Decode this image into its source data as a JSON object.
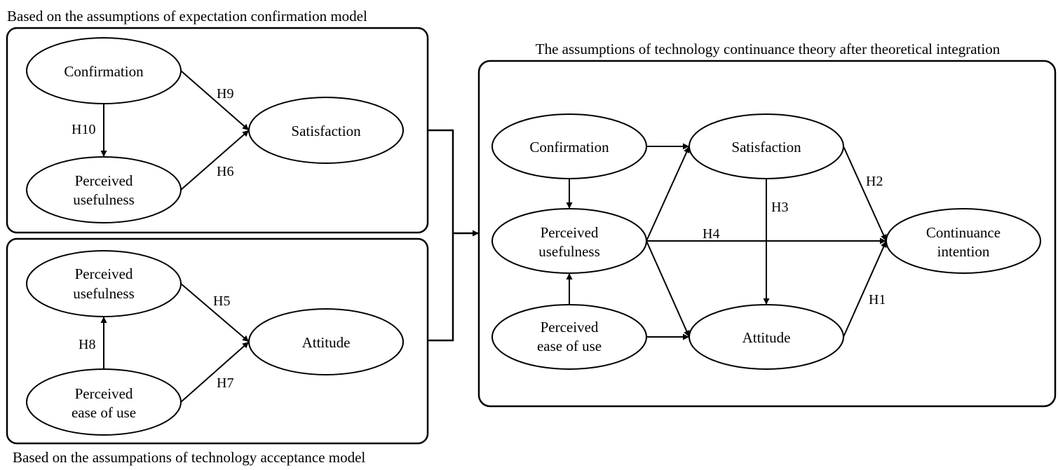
{
  "panels": {
    "ecm": {
      "caption": "Based on the assumptions of expectation confirmation model",
      "nodes": {
        "confirmation": [
          "Confirmation"
        ],
        "satisfaction": [
          "Satisfaction"
        ],
        "perceived_usefulness": [
          "Perceived",
          "usefulness"
        ]
      },
      "hypotheses": {
        "h9": "H9",
        "h10": "H10",
        "h6": "H6"
      }
    },
    "tam": {
      "caption": "Based on the assumpations of technology acceptance model",
      "nodes": {
        "perceived_usefulness": [
          "Perceived",
          "usefulness"
        ],
        "attitude": [
          "Attitude"
        ],
        "perceived_ease_of_use": [
          "Perceived",
          "ease of use"
        ]
      },
      "hypotheses": {
        "h5": "H5",
        "h8": "H8",
        "h7": "H7"
      }
    },
    "integrated": {
      "caption": "The assumptions of technology continuance theory after theoretical integration",
      "nodes": {
        "confirmation": [
          "Confirmation"
        ],
        "satisfaction": [
          "Satisfaction"
        ],
        "perceived_usefulness": [
          "Perceived",
          "usefulness"
        ],
        "continuance_intention": [
          "Continuance",
          "intention"
        ],
        "perceived_ease_of_use": [
          "Perceived",
          "ease of use"
        ],
        "attitude": [
          "Attitude"
        ]
      },
      "hypotheses": {
        "h1": "H1",
        "h2": "H2",
        "h3": "H3",
        "h4": "H4"
      }
    }
  }
}
